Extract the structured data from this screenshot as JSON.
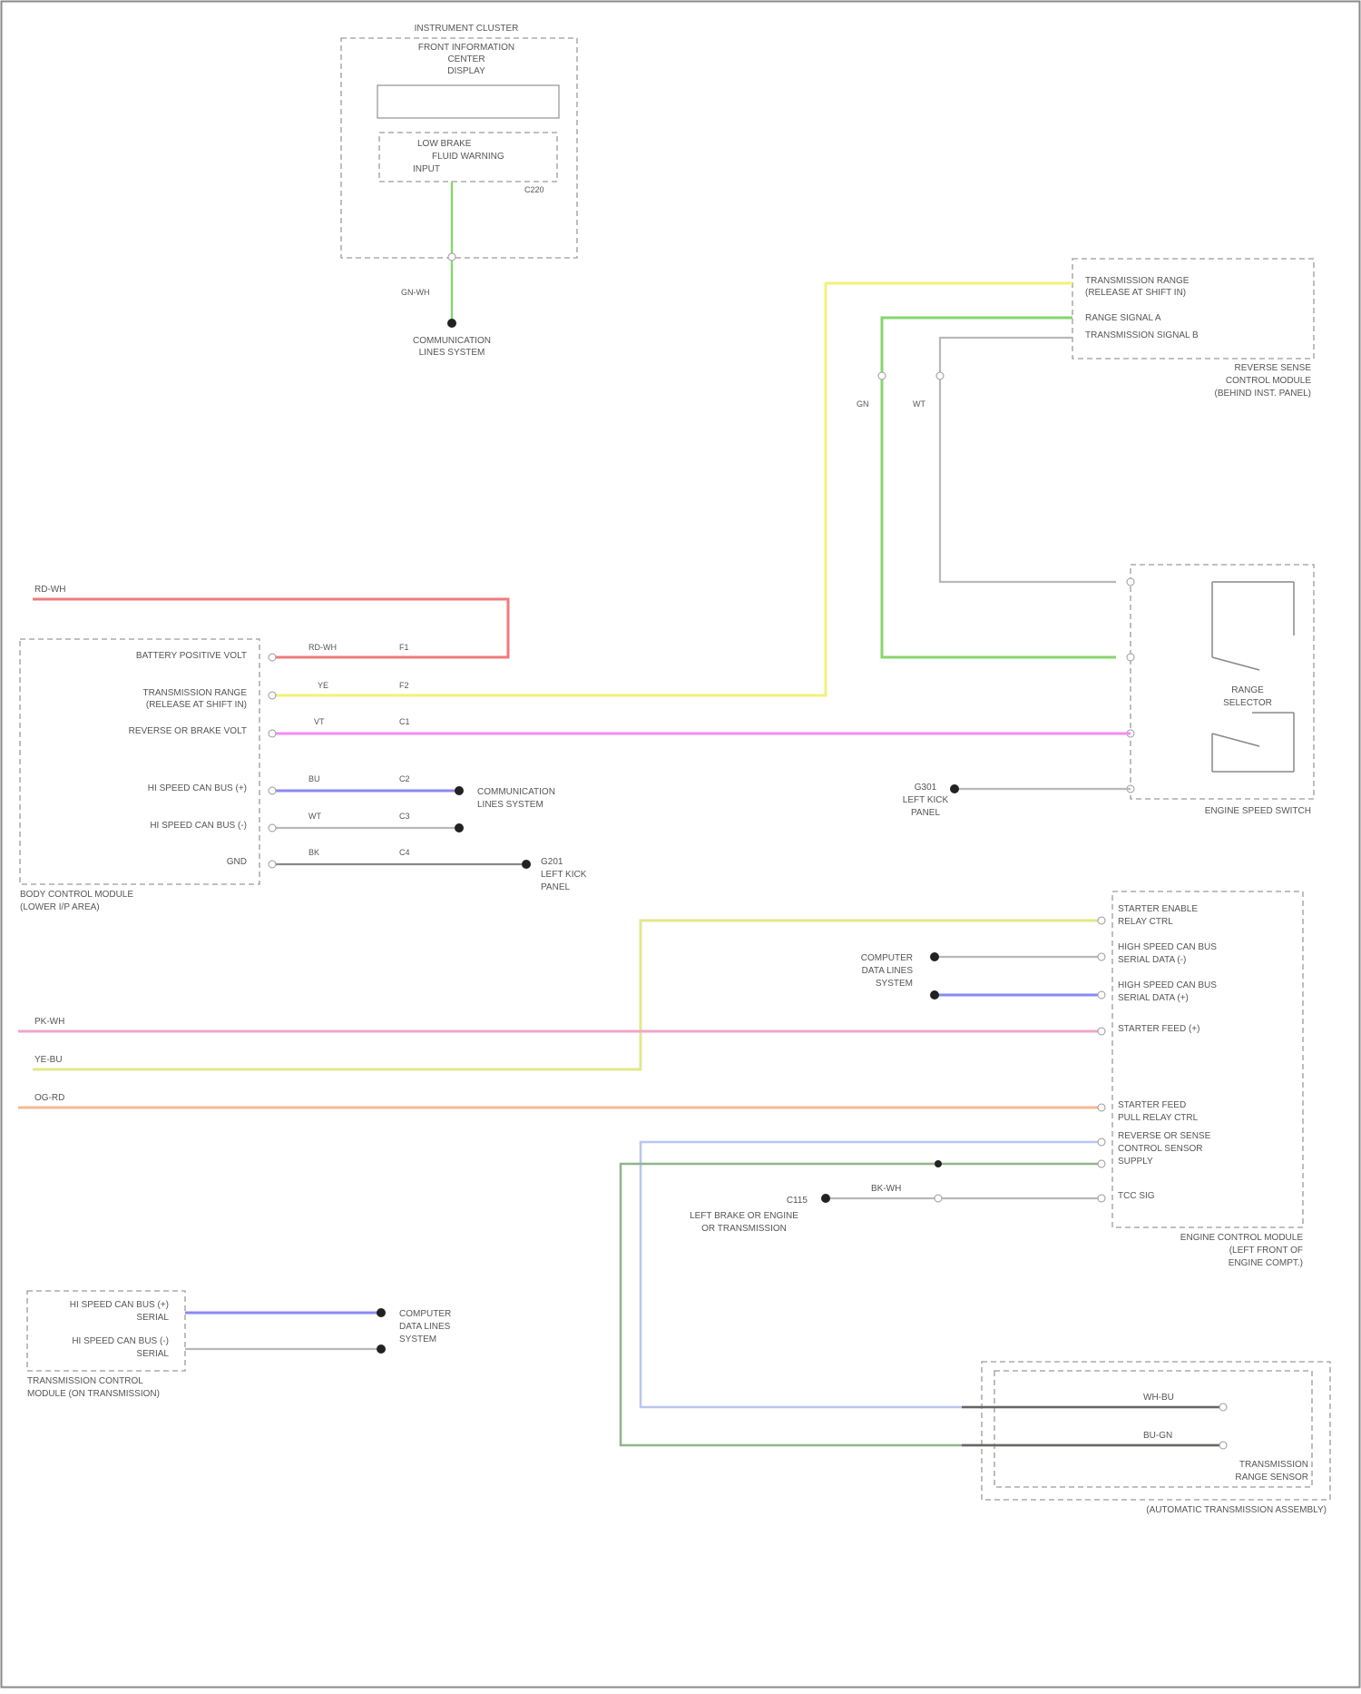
{
  "footer": {
    "credit": ""
  },
  "colors": {
    "red": "#f07a7a",
    "yellow": "#f2f27a",
    "green": "#86d66e",
    "magenta": "#f48cf4",
    "blue": "#8a8af5",
    "pink": "#f0a6c8",
    "olive": "#e2e88c",
    "orange": "#f6b896",
    "light_blue": "#b9c6f2",
    "dark_green": "#8fb58a",
    "gray": "#b8b8b8"
  },
  "labels": {
    "cluster_title": "INSTRUMENT CLUSTER",
    "cluster_sub": "FRONT INFORMATION",
    "cluster_sub2": "CENTER",
    "cluster_sub3": "DISPLAY",
    "cluster_inner": "LOW BRAKE",
    "cluster_inner2": "FLUID WARNING",
    "cluster_inner3": "INPUT",
    "cluster_conn": "C220",
    "cluster_wire": "GN-WH",
    "cluster_ground": "COMMUNICATION",
    "cluster_ground2": "LINES SYSTEM",
    "bcm_title": "BODY CONTROL MODULE",
    "bcm_sub": "(LOWER I/P AREA)",
    "bcm_pin1": "BATTERY POSITIVE VOLT",
    "bcm_pin2": "TRANSMISSION RANGE",
    "bcm_pin2b": "(RELEASE AT SHIFT IN)",
    "bcm_pin3": "REVERSE OR BRAKE VOLT",
    "bcm_pin4": "HI SPEED CAN BUS (+)",
    "bcm_pin5": "HI SPEED CAN BUS (-)",
    "bcm_pin6": "GND",
    "bcm_comm": "COMMUNICATION",
    "bcm_comm2": "LINES SYSTEM",
    "bcm_gnd": "G201",
    "bcm_gnd2": "LEFT KICK",
    "bcm_gnd3": "PANEL",
    "red_source": "RD-WH",
    "w_rd": "RD-WH",
    "w_ye": "YE",
    "w_vt": "VT",
    "w_bu": "BU",
    "w_wt": "WT",
    "w_bk": "BK",
    "c1": "F1",
    "c2": "F2",
    "c3": "C1",
    "c4": "C2",
    "c5": "C3",
    "c6": "C4",
    "mod_right_title": "REVERSE SENSE",
    "mod_right_sub": "CONTROL MODULE",
    "mod_right_sub2": "(BEHIND INST. PANEL)",
    "mod_right_p1": "TRANSMISSION RANGE",
    "mod_right_p1b": "(RELEASE AT SHIFT IN)",
    "mod_right_p2": "RANGE SIGNAL A",
    "mod_right_p3": "TRANSMISSION SIGNAL B",
    "wire_g1": "GN",
    "wire_g2": "WT",
    "switch_title": "ENGINE SPEED SWITCH",
    "switch_inner": "RANGE",
    "switch_inner2": "SELECTOR",
    "switch_gnd": "G301",
    "switch_gnd2": "LEFT KICK",
    "switch_gnd3": "PANEL",
    "pcm_title": "ENGINE CONTROL MODULE",
    "pcm_sub": "(LEFT FRONT OF",
    "pcm_sub2": "ENGINE COMPT.)",
    "pcm_p1": "STARTER ENABLE",
    "pcm_p1b": "RELAY CTRL",
    "pcm_p2": "HIGH SPEED CAN BUS",
    "pcm_p2b": "SERIAL DATA (-)",
    "pcm_p3": "HIGH SPEED CAN BUS",
    "pcm_p3b": "SERIAL DATA (+)",
    "pcm_p4": "STARTER FEED (+)",
    "pcm_p5": "STARTER FEED",
    "pcm_p5b": "PULL RELAY CTRL",
    "pcm_p6": "REVERSE OR SENSE",
    "pcm_p6b": "CONTROL SENSOR",
    "pcm_p6c": "SUPPLY",
    "pcm_p7": "TCC SIG",
    "pcm_comm": "COMPUTER",
    "pcm_comm2": "DATA LINES",
    "pcm_comm3": "SYSTEM",
    "pink_src": "PK-WH",
    "olive_src": "YE-BU",
    "orange_src": "OG-RD",
    "tcm_title": "TRANSMISSION CONTROL",
    "tcm_sub": "MODULE (ON TRANSMISSION)",
    "tcm_p1": "HI SPEED CAN BUS (+)",
    "tcm_p1b": "SERIAL",
    "tcm_p2": "HI SPEED CAN BUS (-)",
    "tcm_p2b": "SERIAL",
    "tcm_comm": "COMPUTER",
    "tcm_comm2": "DATA LINES",
    "tcm_comm3": "SYSTEM",
    "lbr_left": "LEFT BRAKE OR ENGINE",
    "lbr_left2": "OR TRANSMISSION",
    "lbr_conn": "C115",
    "lbr_wire": "BK-WH",
    "trans_title": "TRANSMISSION",
    "trans_sub": "RANGE SENSOR",
    "trans_outer": "(AUTOMATIC TRANSMISSION ASSEMBLY)",
    "trans_w1": "WH-BU",
    "trans_w2": "BU-GN"
  }
}
